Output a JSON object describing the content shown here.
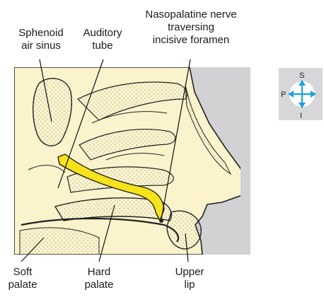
{
  "labels": {
    "sphenoid": [
      "Sphenoid",
      "air sinus"
    ],
    "auditory": [
      "Auditory",
      "tube"
    ],
    "nasopalatine": [
      "Nasopalatine nerve",
      "traversing",
      "incisive foramen"
    ],
    "soft_palate": [
      "Soft",
      "palate"
    ],
    "hard_palate": [
      "Hard",
      "palate"
    ],
    "upper_lip": [
      "Upper",
      "lip"
    ]
  },
  "orientation": {
    "superior": "S",
    "posterior": "P",
    "inferior": "I"
  },
  "colors": {
    "background_tissue": "#faf3cc",
    "nerve": "#f6e31a",
    "outline": "#222222",
    "air_space": "#d2d2d4",
    "compass_arrow": "#1ea0dc",
    "compass_box": "#d7d7d9"
  }
}
